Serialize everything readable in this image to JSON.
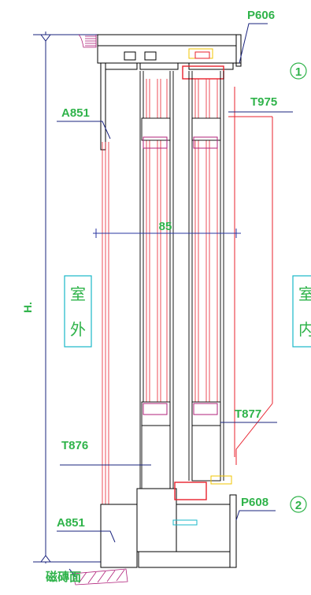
{
  "labels": {
    "p606": "P606",
    "t975": "T975",
    "a851_top": "A851",
    "dim_85": "85",
    "height_h": "H.",
    "outside_1": "室",
    "outside_2": "外",
    "inside_1": "室",
    "inside_2": "内",
    "t876": "T876",
    "t877": "T877",
    "p608": "P608",
    "a851_bottom": "A851",
    "tile_face": "磁磚面",
    "circle_1": "1",
    "circle_2": "2"
  },
  "colors": {
    "label_green": "#2fb34a",
    "leader_blue": "#1a237e",
    "frame_black": "#000000",
    "glass_red": "#e8222e",
    "seal_magenta": "#b0207a",
    "glass_pink": "#f08080",
    "accent_cyan": "#19b8c9",
    "accent_yellow": "#f2c500",
    "dim_blue": "#2a35a0"
  }
}
